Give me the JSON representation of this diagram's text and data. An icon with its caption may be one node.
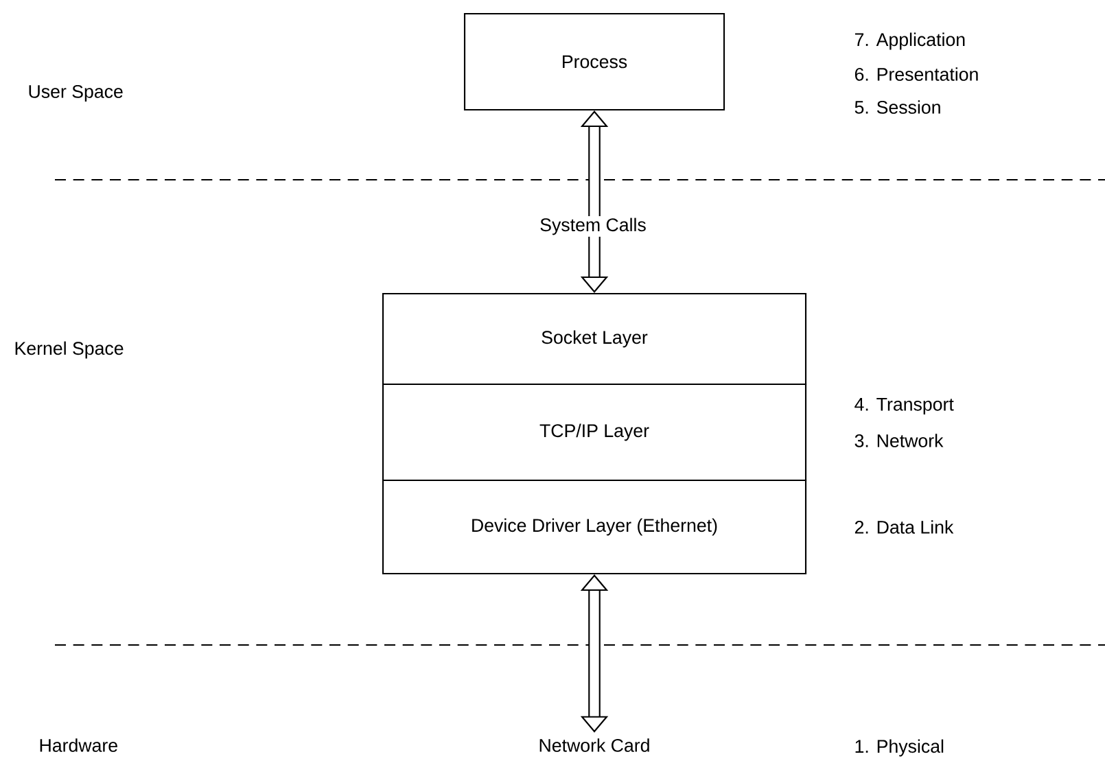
{
  "diagram": {
    "nodes": [
      {
        "text": [
          "Process"
        ]
      },
      {
        "text": [
          "Socket Layer"
        ]
      },
      {
        "text": [
          "TCP/IP Layer"
        ]
      },
      {
        "text": [
          "Device Driver Layer (Ethernet)"
        ]
      },
      {
        "text": [
          "Network Card"
        ]
      }
    ],
    "edges": [
      {
        "from": 0,
        "to": 1,
        "arrow": "both",
        "label": "System Calls"
      },
      {
        "from": 3,
        "to": 4,
        "arrow": "both"
      }
    ],
    "labels": [
      "User Space",
      "7. Application",
      "6. Presentation",
      "5. Session",
      "Kernel Space",
      "4. Transport",
      "3. Network",
      "2. Data Link",
      "Hardware",
      "1. Physical"
    ]
  }
}
